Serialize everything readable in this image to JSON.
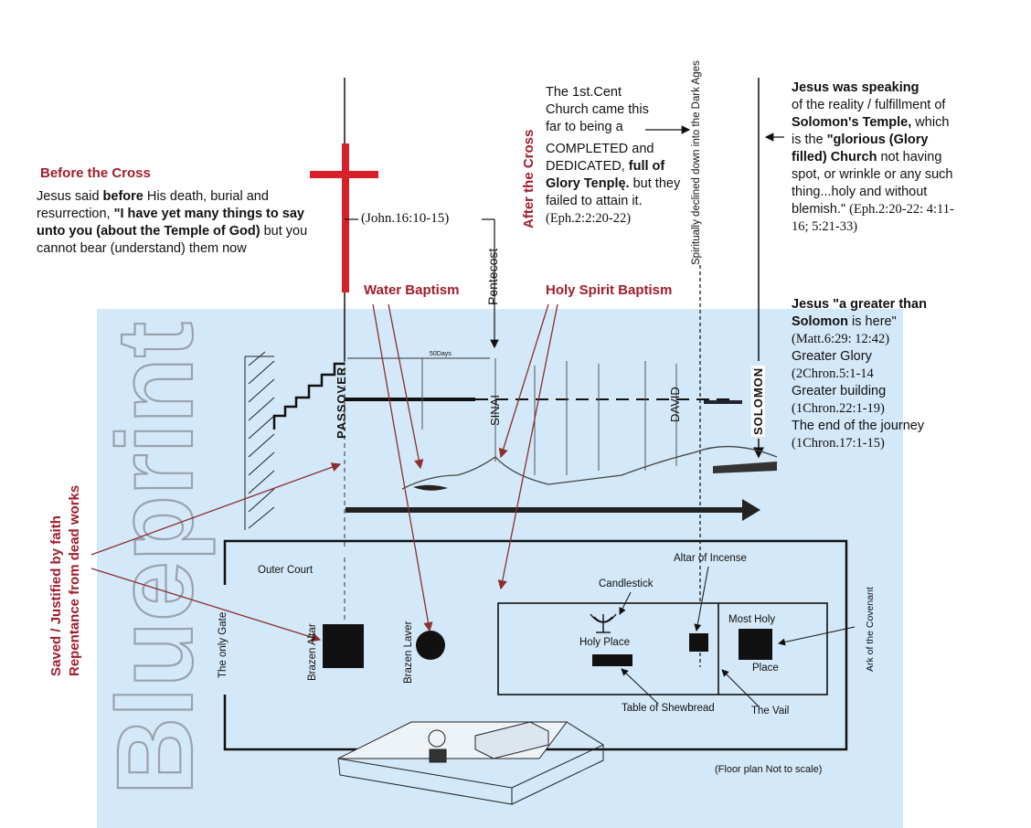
{
  "colors": {
    "panel": "#d3e8f8",
    "accent_red": "#d8202a",
    "label_red": "#a11d2c",
    "line": "#111111"
  },
  "before_cross": {
    "heading": "Before the Cross",
    "text_1": "Jesus said ",
    "text_2": "before",
    "text_3": " His death, burial and resurrection, ",
    "text_4": "\"I have yet many things to say unto you (about the Temple of God)",
    "text_5": " but you cannot bear (understand) them now"
  },
  "john_ref": "(John.16:10-15)",
  "after_cross": "After the Cross",
  "pentecost": "Pentecost",
  "water_baptism": "Water Baptism",
  "holy_spirit_baptism": "Holy Spirit Baptism",
  "church_block": {
    "p1": "The 1st.Cent Church came this far to being a",
    "p2": "COMPLETED and DEDICATED, ",
    "p3": "full of Glory Tenplę.",
    "p4": " but they failed to attain it.",
    "ref": "(Eph.2:2:20-22)"
  },
  "dark_ages": "Spiritually declined down into the Dark Ages",
  "solomon_block": {
    "l1": "Jesus was speaking",
    "l2a": "of the reality / fulfillment of ",
    "l2b": "Solomon's Temple,",
    "l3a": " which is the ",
    "l3b": "\"glorious (Glory filled) Church",
    "l4": " not having spot, or wrinkle or any such thing...holy and without blemish.\" ",
    "ref": "(Eph.2:20-22: 4:11-16; 5:21-33)"
  },
  "greater_block": {
    "l1a": "Jesus ",
    "l1b": "\"a greater than Solomon",
    "l1c": " is here\"",
    "ref1": "(Matt.6:29: 12:42)",
    "l2": "Greater Glory",
    "ref2": "(2Chron.5:1-14",
    "l3": "Greater building",
    "ref3": "(1Chron.22:1-19)",
    "l4": "The end of the journey",
    "ref4": "(1Chron.17:1-15)"
  },
  "blueprint_word": "Blueprint",
  "saved": {
    "line1": "Saved / Justified by faith",
    "line2": "Repentance from dead works"
  },
  "timeline": {
    "passover": "PASSOVER",
    "sinai": "SINAI",
    "david": "DAVID",
    "solomon": "SOLOMON",
    "days": "50Days"
  },
  "floor_plan": {
    "outer_court": "Outer Court",
    "only_gate": "The only Gate",
    "brazen_altar": "Brazen Altar",
    "brazen_laver": "Brazen Laver",
    "candlestick": "Candlestick",
    "holy_place": "Holy Place",
    "altar_incense": "Altar of Incense",
    "most_holy_1": "Most Holy",
    "most_holy_2": "Place",
    "ark": "Ark of the Covenant",
    "shewbread": "Table of Shewbread",
    "vail": "The Vail",
    "note": "(Floor plan Not to scale)"
  }
}
